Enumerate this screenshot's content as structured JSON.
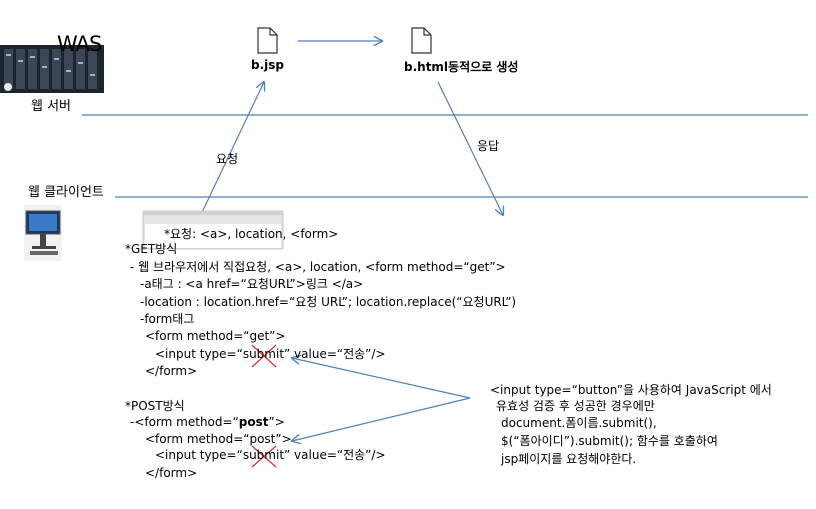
{
  "server": {
    "title": "WAS",
    "label": "웹 서버"
  },
  "client": {
    "label": "웹 클라이언트"
  },
  "files": {
    "jsp": "b.jsp",
    "html": "b.html동적으로 생성"
  },
  "arrows": {
    "request": "요청",
    "response": "응답"
  },
  "request_box": "*요청: <a>, location, <form>",
  "get": {
    "title": "*GET방식",
    "lines": [
      "-  웹 브라우저에서 직접요청, <a>, location, <form method=“get”>",
      "-a태그 : <a href=“요청URL”>링크 </a>",
      "-location : location.href=“요청 URL”;   location.replace(“요청URL”)",
      "-form태그"
    ],
    "form_open": "<form method=“get”>",
    "input": "<input type=“submit”  value=“전송”/>",
    "form_close": "</form>"
  },
  "post": {
    "title": "*POST방식",
    "line_prefix": "-<form method=“",
    "line_bold": "post",
    "line_suffix": "”>",
    "form_open": "<form method=“post”>",
    "input": "<input type=“submit”  value=“전송”/>",
    "form_close": "</form>"
  },
  "note": {
    "lines": [
      "<input type=“button”을 사용하여 JavaScript 에서",
      "유효성 검증 후 성공한 경우에만",
      "document.폼이름.submit(),",
      "$(“폼아이디”).submit();  함수를 호출하여",
      "jsp페이지를 요청해야한다."
    ]
  },
  "colors": {
    "line": "#4f81bd",
    "cross": "#e03030"
  }
}
